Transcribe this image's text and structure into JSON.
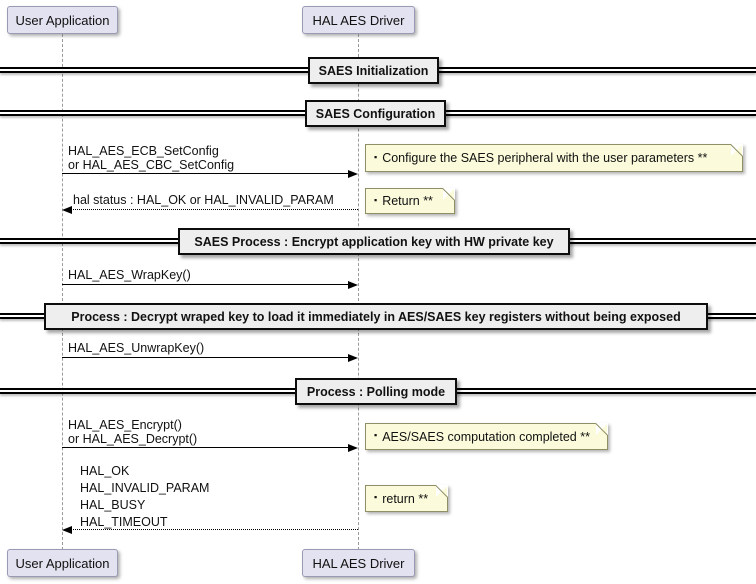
{
  "diagram": {
    "participants": {
      "left": {
        "label": "User Application"
      },
      "right": {
        "label": "HAL AES Driver"
      }
    },
    "dividers": [
      {
        "label": "SAES Initialization"
      },
      {
        "label": "SAES Configuration"
      },
      {
        "label": "SAES Process : Encrypt application key with HW private key"
      },
      {
        "label": "Process : Decrypt wraped key to load it immediately in AES/SAES key registers without being exposed"
      },
      {
        "label": "Process : Polling mode"
      }
    ],
    "messages": [
      {
        "type": "call",
        "lines": [
          "HAL_AES_ECB_SetConfig",
          "or HAL_AES_CBC_SetConfig"
        ]
      },
      {
        "type": "return",
        "lines": [
          "hal status : HAL_OK or HAL_INVALID_PARAM"
        ]
      },
      {
        "type": "call",
        "lines": [
          "HAL_AES_WrapKey()"
        ]
      },
      {
        "type": "call",
        "lines": [
          "HAL_AES_UnwrapKey()"
        ]
      },
      {
        "type": "call",
        "lines": [
          "HAL_AES_Encrypt()",
          "or HAL_AES_Decrypt()"
        ]
      },
      {
        "type": "return",
        "lines": [
          "HAL_OK",
          "HAL_INVALID_PARAM",
          "HAL_BUSY",
          "HAL_TIMEOUT"
        ]
      }
    ],
    "notes": [
      {
        "bullet": "▪",
        "text": "Configure the SAES peripheral with the user parameters **"
      },
      {
        "bullet": "▪",
        "text": "Return **"
      },
      {
        "bullet": "▪",
        "text": "AES/SAES computation completed **"
      },
      {
        "bullet": "▪",
        "text": "return **"
      }
    ],
    "colors": {
      "participant_fill": "#E2E2F0",
      "participant_border": "#9A9AB4",
      "divider_fill": "#EEEEEE",
      "divider_border": "#0D0D0D",
      "note_fill": "#FBFBDC",
      "note_border": "#8F8F66",
      "lifeline": "#9A9A9A",
      "arrow": "#000000"
    }
  }
}
